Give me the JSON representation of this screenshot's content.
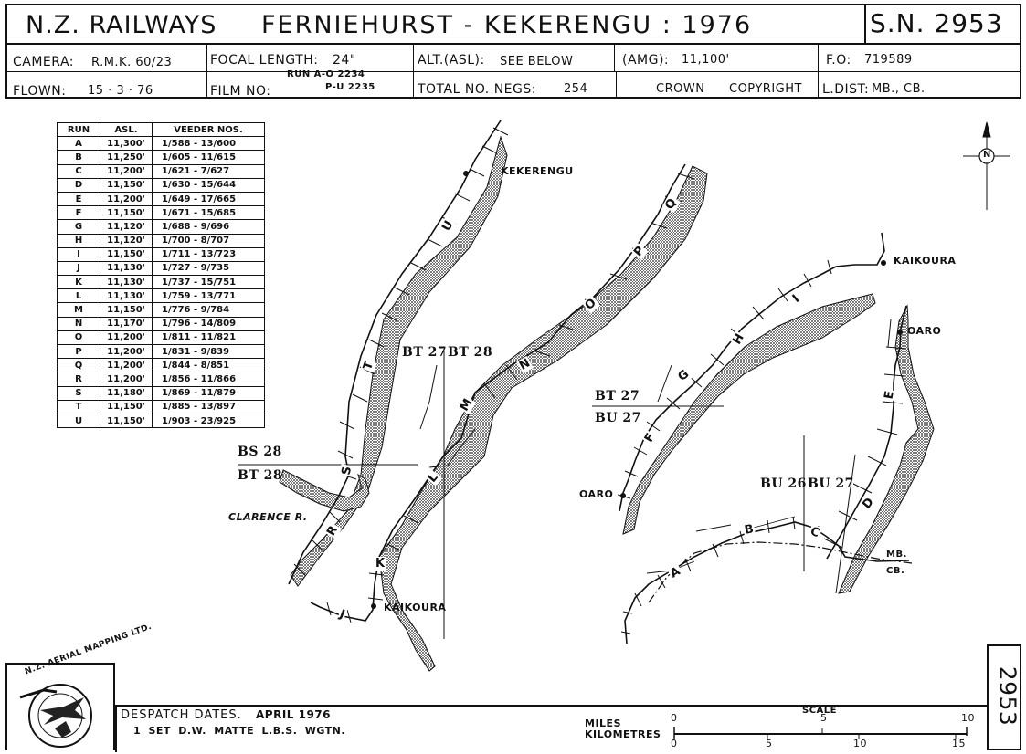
{
  "header": {
    "title_left": "N.Z. RAILWAYS",
    "title_main": "FERNIEHURST - KEKERENGU : 1976",
    "sn": "S.N. 2953",
    "camera_label": "CAMERA:",
    "camera_value": "R.M.K. 60/23",
    "focal_label": "FOCAL LENGTH:",
    "focal_value": "24\"",
    "alt_label": "ALT.(ASL):",
    "alt_value": "SEE BELOW",
    "amg_label": "(AMG):",
    "amg_value": "11,100'",
    "fo_label": "F.O:",
    "fo_value": "719589",
    "flown_label": "FLOWN:",
    "flown_value": "15 · 3 · 76",
    "film_label": "FILM NO:",
    "film_run1": "RUN A-O 2234",
    "film_run2": "P-U 2235",
    "negs_label": "TOTAL NO. NEGS:",
    "negs_value": "254",
    "crown": "CROWN",
    "copyright": "COPYRIGHT",
    "ldist_label": "L.DIST:",
    "ldist_value": "MB., CB."
  },
  "runs_table": {
    "headers": [
      "RUN",
      "ASL.",
      "VEEDER NOS."
    ],
    "rows": [
      [
        "A",
        "11,300'",
        "1/588 - 13/600"
      ],
      [
        "B",
        "11,250'",
        "1/605 - 11/615"
      ],
      [
        "C",
        "11,200'",
        "1/621 - 7/627"
      ],
      [
        "D",
        "11,150'",
        "1/630 - 15/644"
      ],
      [
        "E",
        "11,200'",
        "1/649 - 17/665"
      ],
      [
        "F",
        "11,150'",
        "1/671 - 15/685"
      ],
      [
        "G",
        "11,120'",
        "1/688 - 9/696"
      ],
      [
        "H",
        "11,120'",
        "1/700 - 8/707"
      ],
      [
        "I",
        "11,150'",
        "1/711 - 13/723"
      ],
      [
        "J",
        "11,130'",
        "1/727 - 9/735"
      ],
      [
        "K",
        "11,130'",
        "1/737 - 15/751"
      ],
      [
        "L",
        "11,130'",
        "1/759 - 13/771"
      ],
      [
        "M",
        "11,150'",
        "1/776 - 9/784"
      ],
      [
        "N",
        "11,170'",
        "1/796 - 14/809"
      ],
      [
        "O",
        "11,200'",
        "1/811 - 11/821"
      ],
      [
        "P",
        "11,200'",
        "1/831 - 9/839"
      ],
      [
        "Q",
        "11,200'",
        "1/844 - 8/851"
      ],
      [
        "R",
        "11,200'",
        "1/856 - 11/866"
      ],
      [
        "S",
        "11,180'",
        "1/869 - 11/879"
      ],
      [
        "T",
        "11,150'",
        "1/885 - 13/897"
      ],
      [
        "U",
        "11,150'",
        "1/903 - 23/925"
      ]
    ]
  },
  "map": {
    "places": {
      "kekerengu": "KEKERENGU",
      "kaikoura_main": "KAIKOURA",
      "kaikoura_right": "KAIKOURA",
      "oaro_right": "OARO",
      "oaro_left": "OARO",
      "clarence": "CLARENCE R.",
      "mb": "MB.",
      "cb": "CB.",
      "north": "N"
    },
    "sheets": {
      "bt27a": "BT 27",
      "bt28a": "BT 28",
      "bs28": "BS 28",
      "bt28b": "BT 28",
      "bt27b": "BT 27",
      "bu27a": "BU 27",
      "bu26": "BU 26",
      "bu27b": "BU 27"
    },
    "run_letters": [
      "A",
      "B",
      "C",
      "D",
      "E",
      "F",
      "G",
      "H",
      "I",
      "J",
      "K",
      "L",
      "M",
      "N",
      "O",
      "P",
      "Q",
      "R",
      "S",
      "T",
      "U"
    ]
  },
  "footer": {
    "logo_text": "N.Z. AERIAL MAPPING LTD.",
    "despatch_label": "DESPATCH DATES.",
    "despatch_value": "APRIL 1976",
    "set_line": "1 SET D.W. MATTE L.B.S. WGTN.",
    "miles": "MILES",
    "kilometres": "KILOMETRES",
    "scale": "SCALE",
    "miles_ticks": [
      "0",
      "5",
      "10"
    ],
    "km_ticks": [
      "0",
      "5",
      "10",
      "15"
    ],
    "sheet_no": "2953"
  }
}
